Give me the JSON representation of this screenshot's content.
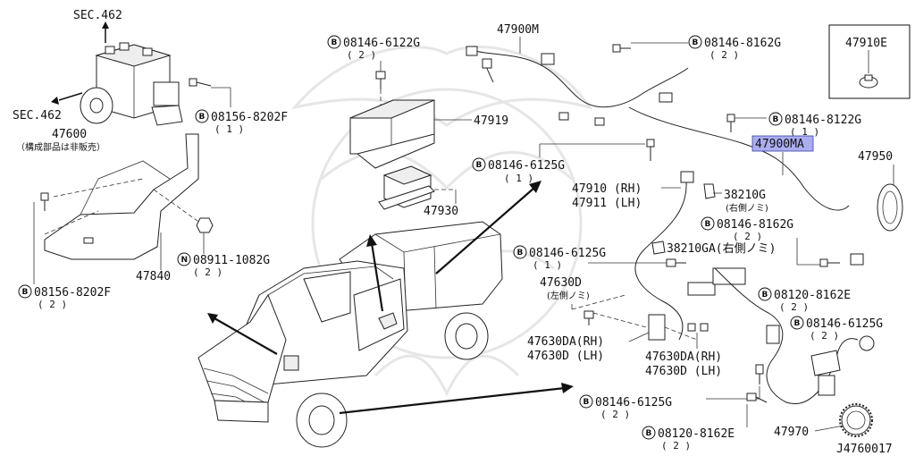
{
  "diagram": {
    "figure_id": "J4760017",
    "callouts": {
      "sec462_top": "SEC.462",
      "sec462_left": "SEC.462",
      "p47600": "47600",
      "p47600_note": "（構成部品は非販売）",
      "b_08156_8202F_a": "08156-8202F",
      "b_08156_8202F_a_qty": "( 1 )",
      "p47840": "47840",
      "n_08911_1082G": "08911-1082G",
      "n_08911_1082G_qty": "( 2 )",
      "b_08156_8202F_b": "08156-8202F",
      "b_08156_8202F_b_qty": "( 2 )",
      "b_08146_6122G": "08146-6122G",
      "b_08146_6122G_qty": "( 2 )",
      "p47919": "47919",
      "p47930": "47930",
      "p47900M": "47900M",
      "b_08146_8162G_top": "08146-8162G",
      "b_08146_8162G_top_qty": "( 2 )",
      "p47910E": "47910E",
      "b_08146_8122G": "08146-8122G",
      "b_08146_8122G_qty": "( 1 )",
      "p47900MA": "47900MA",
      "p47950": "47950",
      "b_08146_6125G_a": "08146-6125G",
      "b_08146_6125G_a_qty": "( 1 )",
      "p47910": "47910 (RH)",
      "p47911": "47911 (LH)",
      "p38210G": "38210G",
      "p38210G_note": "(右側ノミ)",
      "b_08146_8162G_mid": "08146-8162G",
      "b_08146_8162G_mid_qty": "( 2 )",
      "b_08146_6125G_b": "08146-6125G",
      "b_08146_6125G_b_qty": "( 1 )",
      "p38210GA": "38210GA(右側ノミ)",
      "p47630D_top": "47630D",
      "p47630D_top_note": "(左側ノミ)",
      "b_08120_8162E_a": "08120-8162E",
      "b_08120_8162E_a_qty": "( 2 )",
      "b_08146_6125G_c": "08146-6125G",
      "b_08146_6125G_c_qty": "( 2 )",
      "p47630DA_rh_a": "47630DA(RH)",
      "p47630D_lh_a": "47630D (LH)",
      "p47630DA_rh_b": "47630DA(RH)",
      "p47630D_lh_b": "47630D (LH)",
      "b_08146_6125G_d": "08146-6125G",
      "b_08146_6125G_d_qty": "( 2 )",
      "b_08120_8162E_b": "08120-8162E",
      "b_08120_8162E_b_qty": "( 2 )",
      "p47970": "47970"
    },
    "symbols": {
      "bolt_prefix": "B",
      "nut_prefix": "N"
    },
    "colors": {
      "highlight": "#aaaef0",
      "ink": "#111111"
    }
  }
}
